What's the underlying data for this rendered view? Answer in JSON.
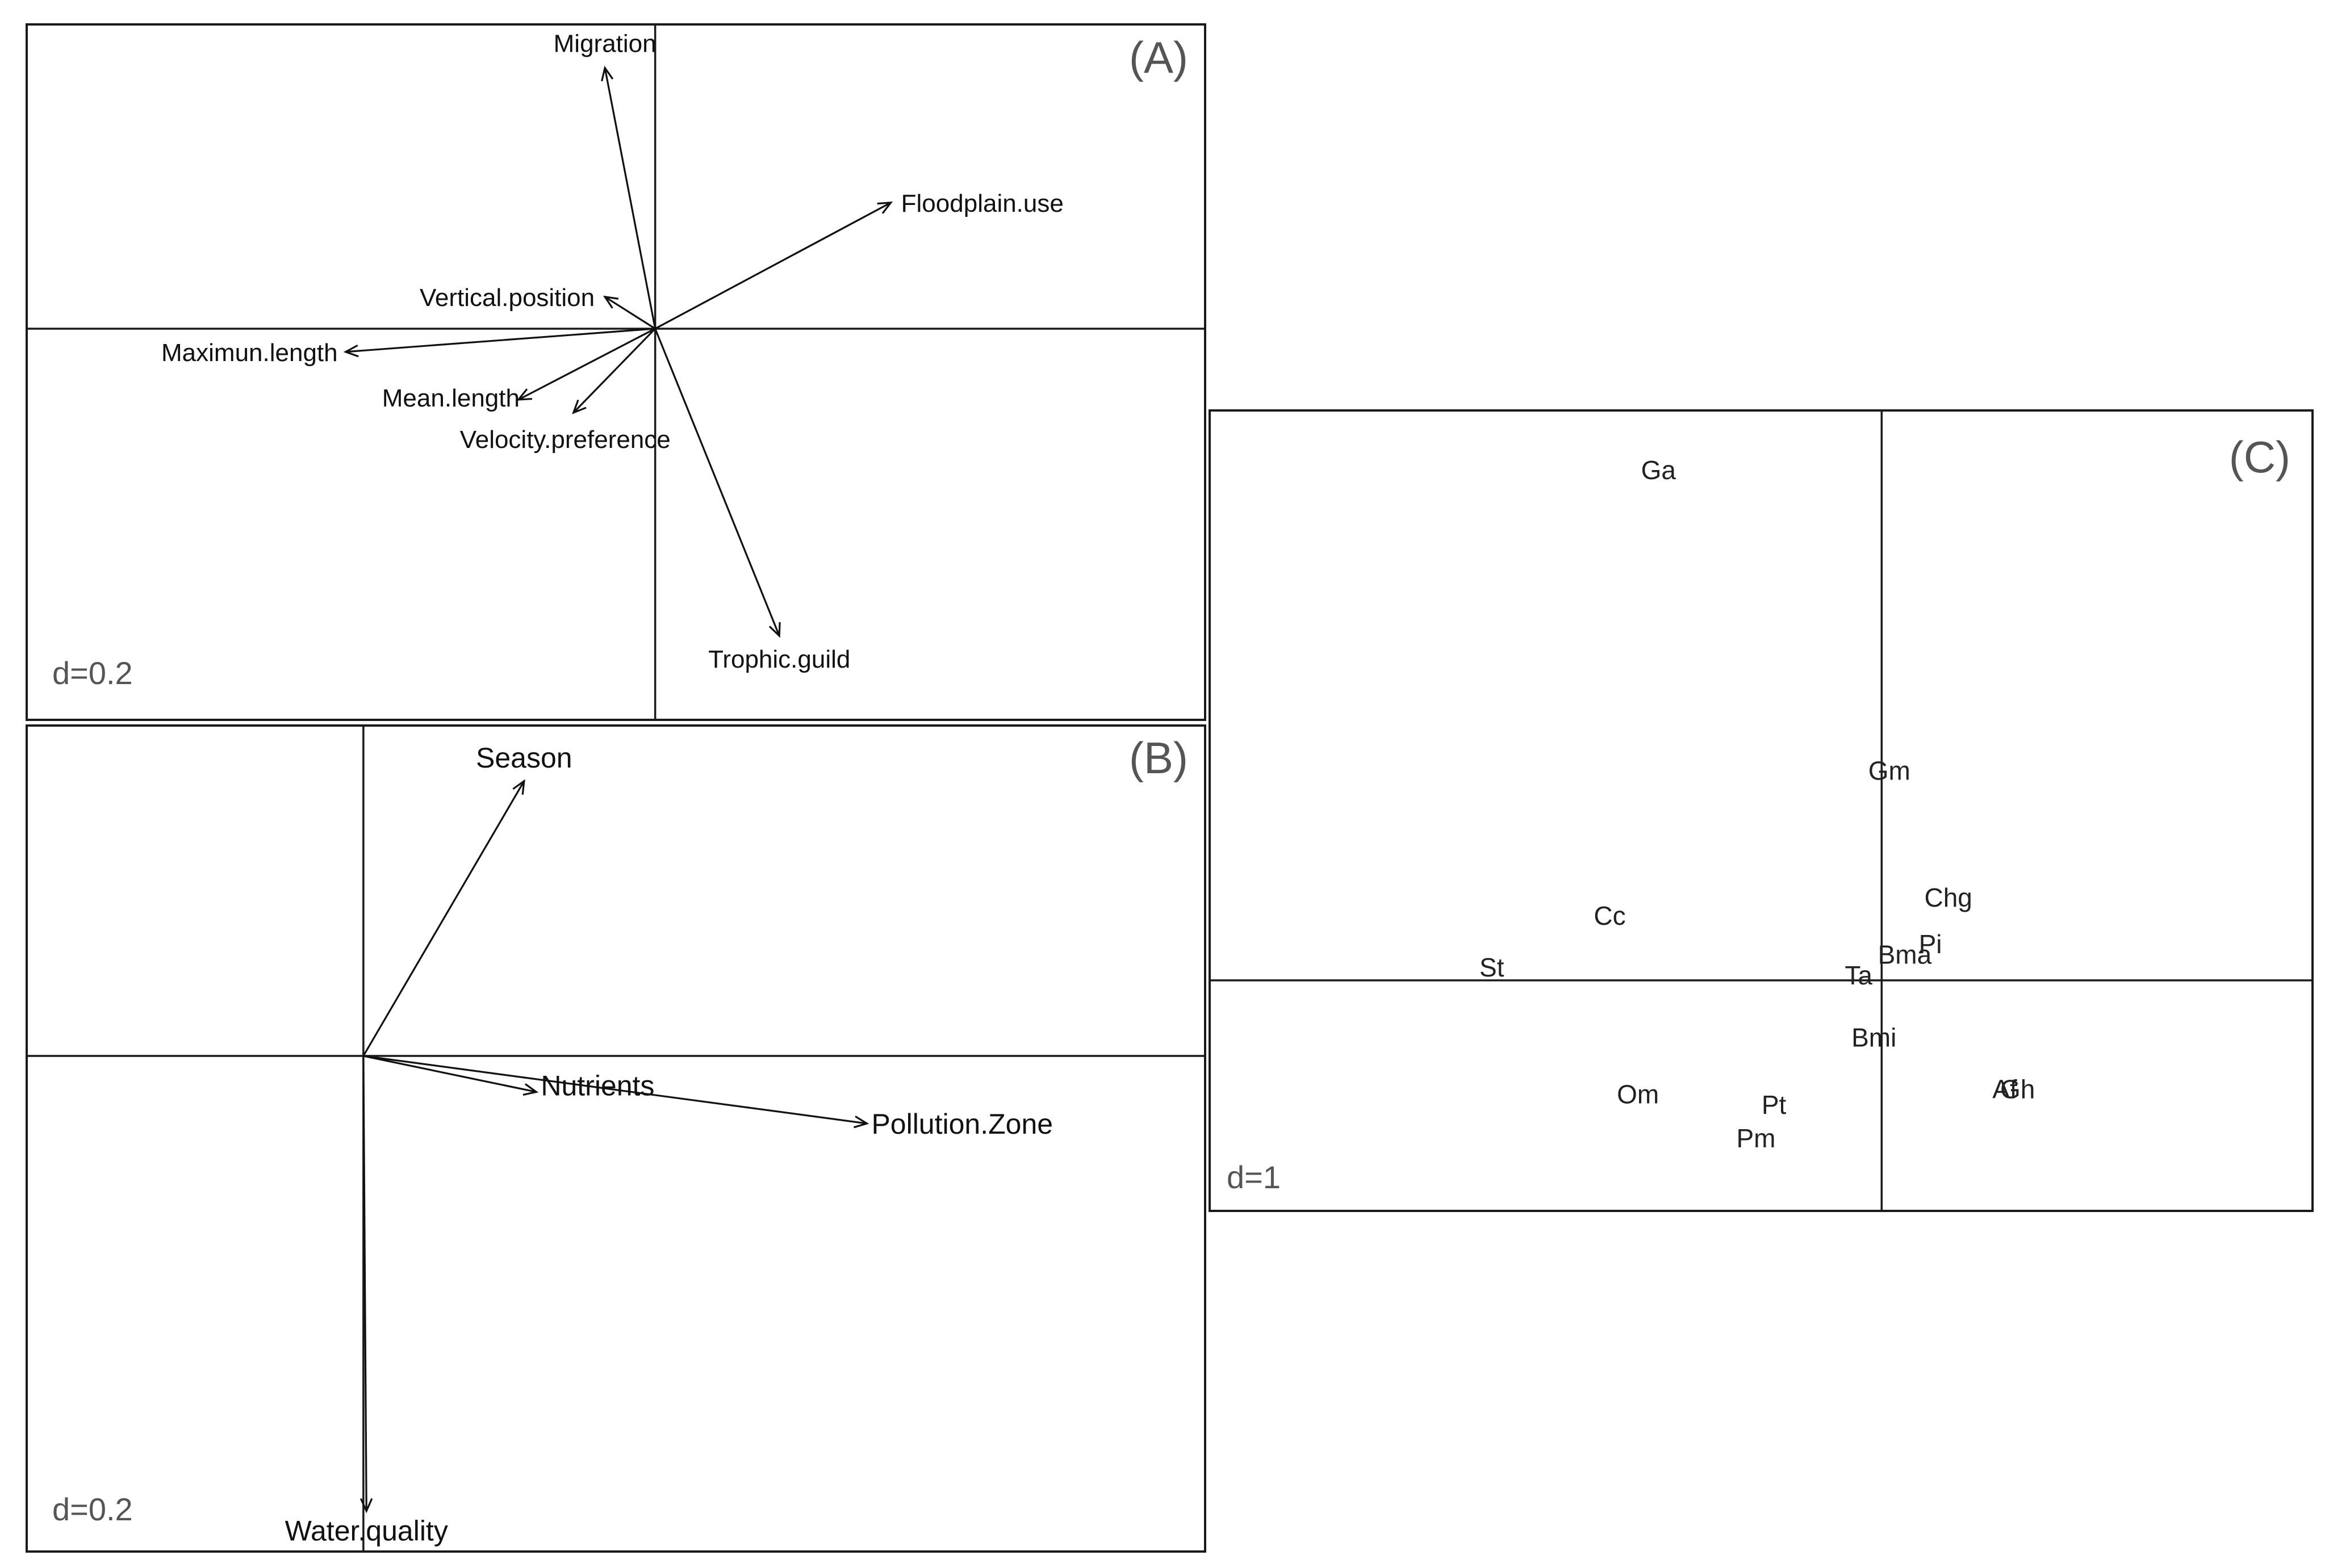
{
  "chart_data": [
    {
      "type": "scatter",
      "panel": "(A)",
      "scale_label": "d=0.2",
      "title": "",
      "xlabel": "",
      "ylabel": "",
      "grid": false,
      "xlim": [
        -0.4,
        0.35
      ],
      "ylim": [
        -0.27,
        0.21
      ],
      "vectors": [
        {
          "name": "Migration",
          "x": -0.032,
          "y": 0.18
        },
        {
          "name": "Floodplain.use",
          "x": 0.15,
          "y": 0.087
        },
        {
          "name": "Vertical.position",
          "x": -0.032,
          "y": 0.022
        },
        {
          "name": "Maximun.length",
          "x": -0.197,
          "y": -0.016
        },
        {
          "name": "Mean.length",
          "x": -0.087,
          "y": -0.049
        },
        {
          "name": "Velocity.preference",
          "x": -0.052,
          "y": -0.058
        },
        {
          "name": "Trophic.guild",
          "x": 0.079,
          "y": -0.212
        }
      ]
    },
    {
      "type": "scatter",
      "panel": "(B)",
      "scale_label": "d=0.2",
      "title": "",
      "xlabel": "",
      "ylabel": "",
      "grid": false,
      "xlim": [
        -0.22,
        0.55
      ],
      "ylim": [
        -0.33,
        0.22
      ],
      "vectors": [
        {
          "name": "Season",
          "x": 0.105,
          "y": 0.183
        },
        {
          "name": "Nutrients",
          "x": 0.113,
          "y": -0.024
        },
        {
          "name": "Pollution.Zone",
          "x": 0.329,
          "y": -0.045
        },
        {
          "name": "Water.quality",
          "x": 0.002,
          "y": -0.303
        }
      ]
    },
    {
      "type": "scatter",
      "panel": "(C)",
      "scale_label": "d=1",
      "title": "",
      "xlabel": "",
      "ylabel": "",
      "grid": false,
      "xlim": [
        -2.62,
        1.68
      ],
      "ylim": [
        -0.89,
        2.2
      ],
      "points": [
        {
          "label": "Ga",
          "x": -0.87,
          "y": 1.97
        },
        {
          "label": "Gm",
          "x": 0.03,
          "y": 0.81
        },
        {
          "label": "Chg",
          "x": 0.26,
          "y": 0.32
        },
        {
          "label": "Cc",
          "x": -1.06,
          "y": 0.25
        },
        {
          "label": "Pi",
          "x": 0.19,
          "y": 0.14
        },
        {
          "label": "Bma",
          "x": 0.09,
          "y": 0.1
        },
        {
          "label": "St",
          "x": -1.52,
          "y": 0.05
        },
        {
          "label": "Ta",
          "x": -0.09,
          "y": 0.02
        },
        {
          "label": "Bmi",
          "x": -0.03,
          "y": -0.22
        },
        {
          "label": "Om",
          "x": -0.95,
          "y": -0.44
        },
        {
          "label": "Pt",
          "x": -0.42,
          "y": -0.48
        },
        {
          "label": "Pm",
          "x": -0.49,
          "y": -0.61
        },
        {
          "label": "Af",
          "x": 0.48,
          "y": -0.42
        },
        {
          "label": "Gh",
          "x": 0.53,
          "y": -0.42
        }
      ]
    }
  ],
  "colors": {
    "ink": "#111111",
    "frame": "#1a1a1a",
    "muted": "#555555"
  }
}
